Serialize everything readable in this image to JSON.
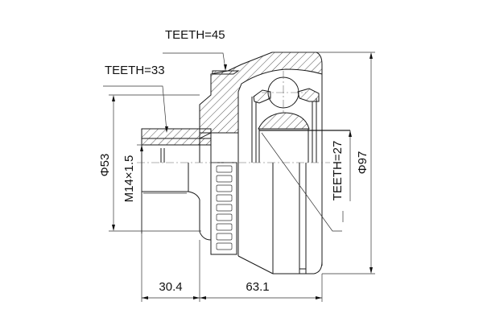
{
  "drawing": {
    "title": "CV joint outer — technical drawing",
    "callouts": {
      "teeth_outer_spline": "TEETH=45",
      "teeth_stub_spline": "TEETH=33",
      "teeth_inner_spline": "TEETH=27"
    },
    "dimensions": {
      "shaft_diameter": "Φ53",
      "thread": "M14×1.5",
      "housing_diameter": "Φ97",
      "stub_length": "30.4",
      "housing_length": "63.1"
    }
  }
}
